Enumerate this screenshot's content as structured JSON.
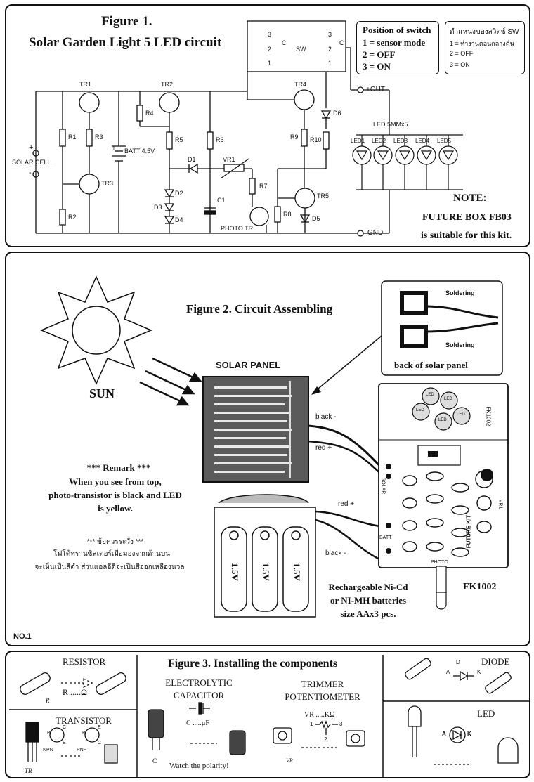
{
  "fig1": {
    "title": "Figure 1.",
    "subtitle": "Solar Garden Light 5 LED circuit",
    "switch_box": {
      "title": "Position of switch",
      "p1": "1 = sensor mode",
      "p2": "2 = OFF",
      "p3": "3 = ON"
    },
    "switch_box_th": {
      "title": "ตำแหน่งของสวิตช์ SW",
      "p1": "1 = ทำงานตอนกลางคืน",
      "p2": "2 = OFF",
      "p3": "3 = ON"
    },
    "labels": {
      "tr1": "TR1",
      "tr2": "TR2",
      "tr3": "TR3",
      "tr4": "TR4",
      "tr5": "TR5",
      "r1": "R1",
      "r2": "R2",
      "r3": "R3",
      "r4": "R4",
      "r5": "R5",
      "r6": "R6",
      "r7": "R7",
      "r8": "R8",
      "r9": "R9",
      "r10": "R10",
      "d1": "D1",
      "d2": "D2",
      "d3": "D3",
      "d4": "D4",
      "d5": "D5",
      "d6": "D6",
      "vr1": "VR1",
      "c1": "C1",
      "batt": "BATT 4.5V",
      "solar": "SOLAR CELL",
      "photo": "PHOTO TR",
      "sw": "SW",
      "c_l": "C",
      "c_r": "C",
      "n3l": "3",
      "n2l": "2",
      "n1l": "1",
      "n3r": "3",
      "n2r": "2",
      "n1r": "1",
      "out": "+OUT",
      "gnd": "GND",
      "plus": "+",
      "minus": "-",
      "batt_plus": "+",
      "led_title": "LED 5MMx5",
      "led1": "LED1",
      "led2": "LED2",
      "led3": "LED3",
      "led4": "LED4",
      "led5": "LED5"
    },
    "note": {
      "title": "NOTE:",
      "line1": "FUTURE BOX FB03",
      "line2": "is suitable for this kit."
    }
  },
  "fig2": {
    "title": "Figure 2. Circuit Assembling",
    "sun": "SUN",
    "solar_panel": "SOLAR PANEL",
    "soldering1": "Soldering",
    "soldering2": "Soldering",
    "back_label": "back of solar panel",
    "wire_black1": "black -",
    "wire_red1": "red +",
    "wire_red2": "red +",
    "wire_black2": "black -",
    "remark_title": "*** Remark ***",
    "remark_l1": "When you see from top,",
    "remark_l2": "photo-transistor is black and LED",
    "remark_l3": "is yellow.",
    "th_title": "*** ข้อควรระวัง ***",
    "th_l1": "โฟโต้ทรานซิสเตอร์เมื่อมองจากด้านบน",
    "th_l2": "จะเห็นเป็นสีดำ ส่วนแอลอีดีจะเป็นสีออกเหลืองนวล",
    "battery_label": "1.5V",
    "battery_text_l1": "Rechargeable Ni-Cd",
    "battery_text_l2": "or NI-MH batteries",
    "battery_text_l3": "size AAx3 pcs.",
    "board_name": "FK1002",
    "board_print": "FK1002",
    "board_solar": "SOLAR",
    "board_batt": "BATT",
    "board_photo": "PHOTO",
    "board_vr": "VR1",
    "board_brand": "FUTURE KIT",
    "led_marks": [
      "LED",
      "LED",
      "LED",
      "LED",
      "LED"
    ],
    "page_no": "NO.1"
  },
  "fig3": {
    "title": "Figure 3. Installing the components",
    "resistor": "RESISTOR",
    "resistor_value": "R .....Ω",
    "resistor_tag": "R",
    "transistor": "TRANSISTOR",
    "npn": "NPN",
    "pnp": "PNP",
    "pin_b": "B",
    "pin_c": "C",
    "pin_e": "E",
    "tr_tag": "TR",
    "electrolytic_l1": "ELECTROLYTIC",
    "electrolytic_l2": "CAPACITOR",
    "cap_value": "C .....µF",
    "cap_tag": "C",
    "polarity": "Watch the polarity!",
    "trimmer_l1": "TRIMMER",
    "trimmer_l2": "POTENTIOMETER",
    "vr_value": "VR .....KΩ",
    "vr_tag": "VR",
    "pin1": "1",
    "pin2": "2",
    "pin3": "3",
    "diode": "DIODE",
    "diode_a": "A",
    "diode_k": "K",
    "diode_d": "D",
    "led": "LED",
    "led_a": "A",
    "led_k": "K"
  },
  "colors": {
    "ink": "#111111",
    "paper": "#ffffff",
    "gray": "#9a9a9a"
  }
}
